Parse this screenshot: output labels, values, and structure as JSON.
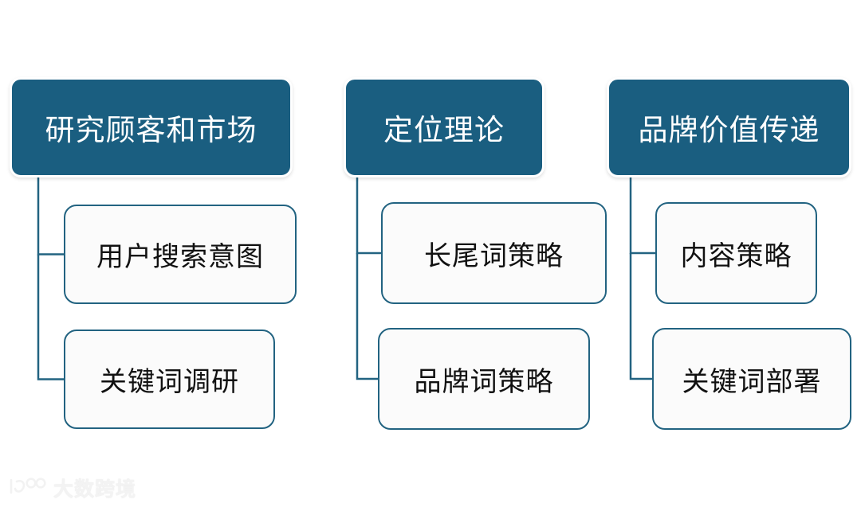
{
  "diagram": {
    "type": "hierarchy-tree",
    "accent_color": "#1a5e80",
    "border_color": "#226381",
    "header_text_color": "#ffffff",
    "child_fill_color": "#fbfbfb",
    "child_text_color": "#111111",
    "background_color": "#ffffff",
    "columns": [
      {
        "header": "研究顾客和市场",
        "children": [
          "用户搜索意图",
          "关键词调研"
        ]
      },
      {
        "header": "定位理论",
        "children": [
          "长尾词策略",
          "品牌词策略"
        ]
      },
      {
        "header": "品牌价值传递",
        "children": [
          "内容策略",
          "关键词部署"
        ]
      }
    ]
  },
  "watermark": {
    "logo_icon": "dashukuajing-logo-icon",
    "text": "大数跨境",
    "color": "#f3f3f3"
  }
}
